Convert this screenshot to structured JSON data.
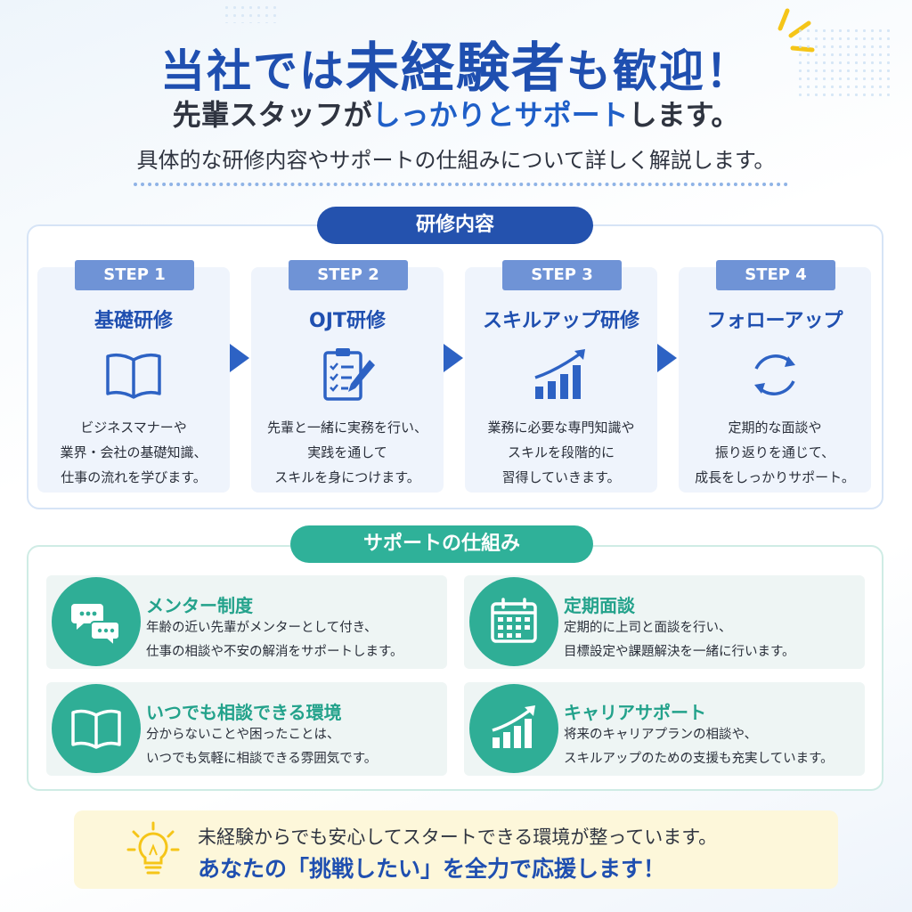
{
  "header": {
    "title_prefix": "当社では",
    "title_emphasis": "未経験者",
    "title_suffix": "も歓迎！",
    "subtitle_prefix": "先輩スタッフが",
    "subtitle_highlight": "しっかりとサポート",
    "subtitle_suffix": "します。",
    "intro": "具体的な研修内容やサポートの仕組みについて詳しく解説します。"
  },
  "training": {
    "heading": "研修内容",
    "steps": [
      {
        "tag": "STEP 1",
        "title": "基礎研修",
        "icon": "open-book-icon",
        "lines": [
          "ビジネスマナーや",
          "業界・会社の基礎知識、",
          "仕事の流れを学びます。"
        ]
      },
      {
        "tag": "STEP 2",
        "title": "OJT研修",
        "icon": "clipboard-pen-icon",
        "lines": [
          "先輩と一緒に実務を行い、",
          "実践を通して",
          "スキルを身につけます。"
        ]
      },
      {
        "tag": "STEP 3",
        "title": "スキルアップ研修",
        "icon": "growth-chart-icon",
        "lines": [
          "業務に必要な専門知識や",
          "スキルを段階的に",
          "習得していきます。"
        ]
      },
      {
        "tag": "STEP 4",
        "title": "フォローアップ",
        "icon": "cycle-arrows-icon",
        "lines": [
          "定期的な面談や",
          "振り返りを通じて、",
          "成長をしっかりサポート。"
        ]
      }
    ]
  },
  "support": {
    "heading": "サポートの仕組み",
    "items": [
      {
        "title": "メンター制度",
        "icon": "chat-bubbles-icon",
        "lines": [
          "年齢の近い先輩がメンターとして付き、",
          "仕事の相談や不安の解消をサポートします。"
        ]
      },
      {
        "title": "定期面談",
        "icon": "calendar-icon",
        "lines": [
          "定期的に上司と面談を行い、",
          "目標設定や課題解決を一緒に行います。"
        ]
      },
      {
        "title": "いつでも相談できる環境",
        "icon": "open-book-icon",
        "lines": [
          "分からないことや困ったことは、",
          "いつでも気軽に相談できる雰囲気です。"
        ]
      },
      {
        "title": "キャリアサポート",
        "icon": "growth-chart-icon",
        "lines": [
          "将来のキャリアプランの相談や、",
          "スキルアップのための支援も充実しています。"
        ]
      }
    ]
  },
  "footer": {
    "icon": "lightbulb-icon",
    "line1": "未経験からでも安心してスタートできる環境が整っています。",
    "line2": "あなたの「挑戦したい」を全力で応援します！"
  },
  "colors": {
    "primary_blue": "#1f4fb0",
    "navy_pill": "#2452ae",
    "step_tag": "#6f93d6",
    "teal": "#2fb199",
    "teal_text": "#23a28b",
    "footer_bg": "#fdf7da",
    "accent_yellow": "#f5c518"
  }
}
